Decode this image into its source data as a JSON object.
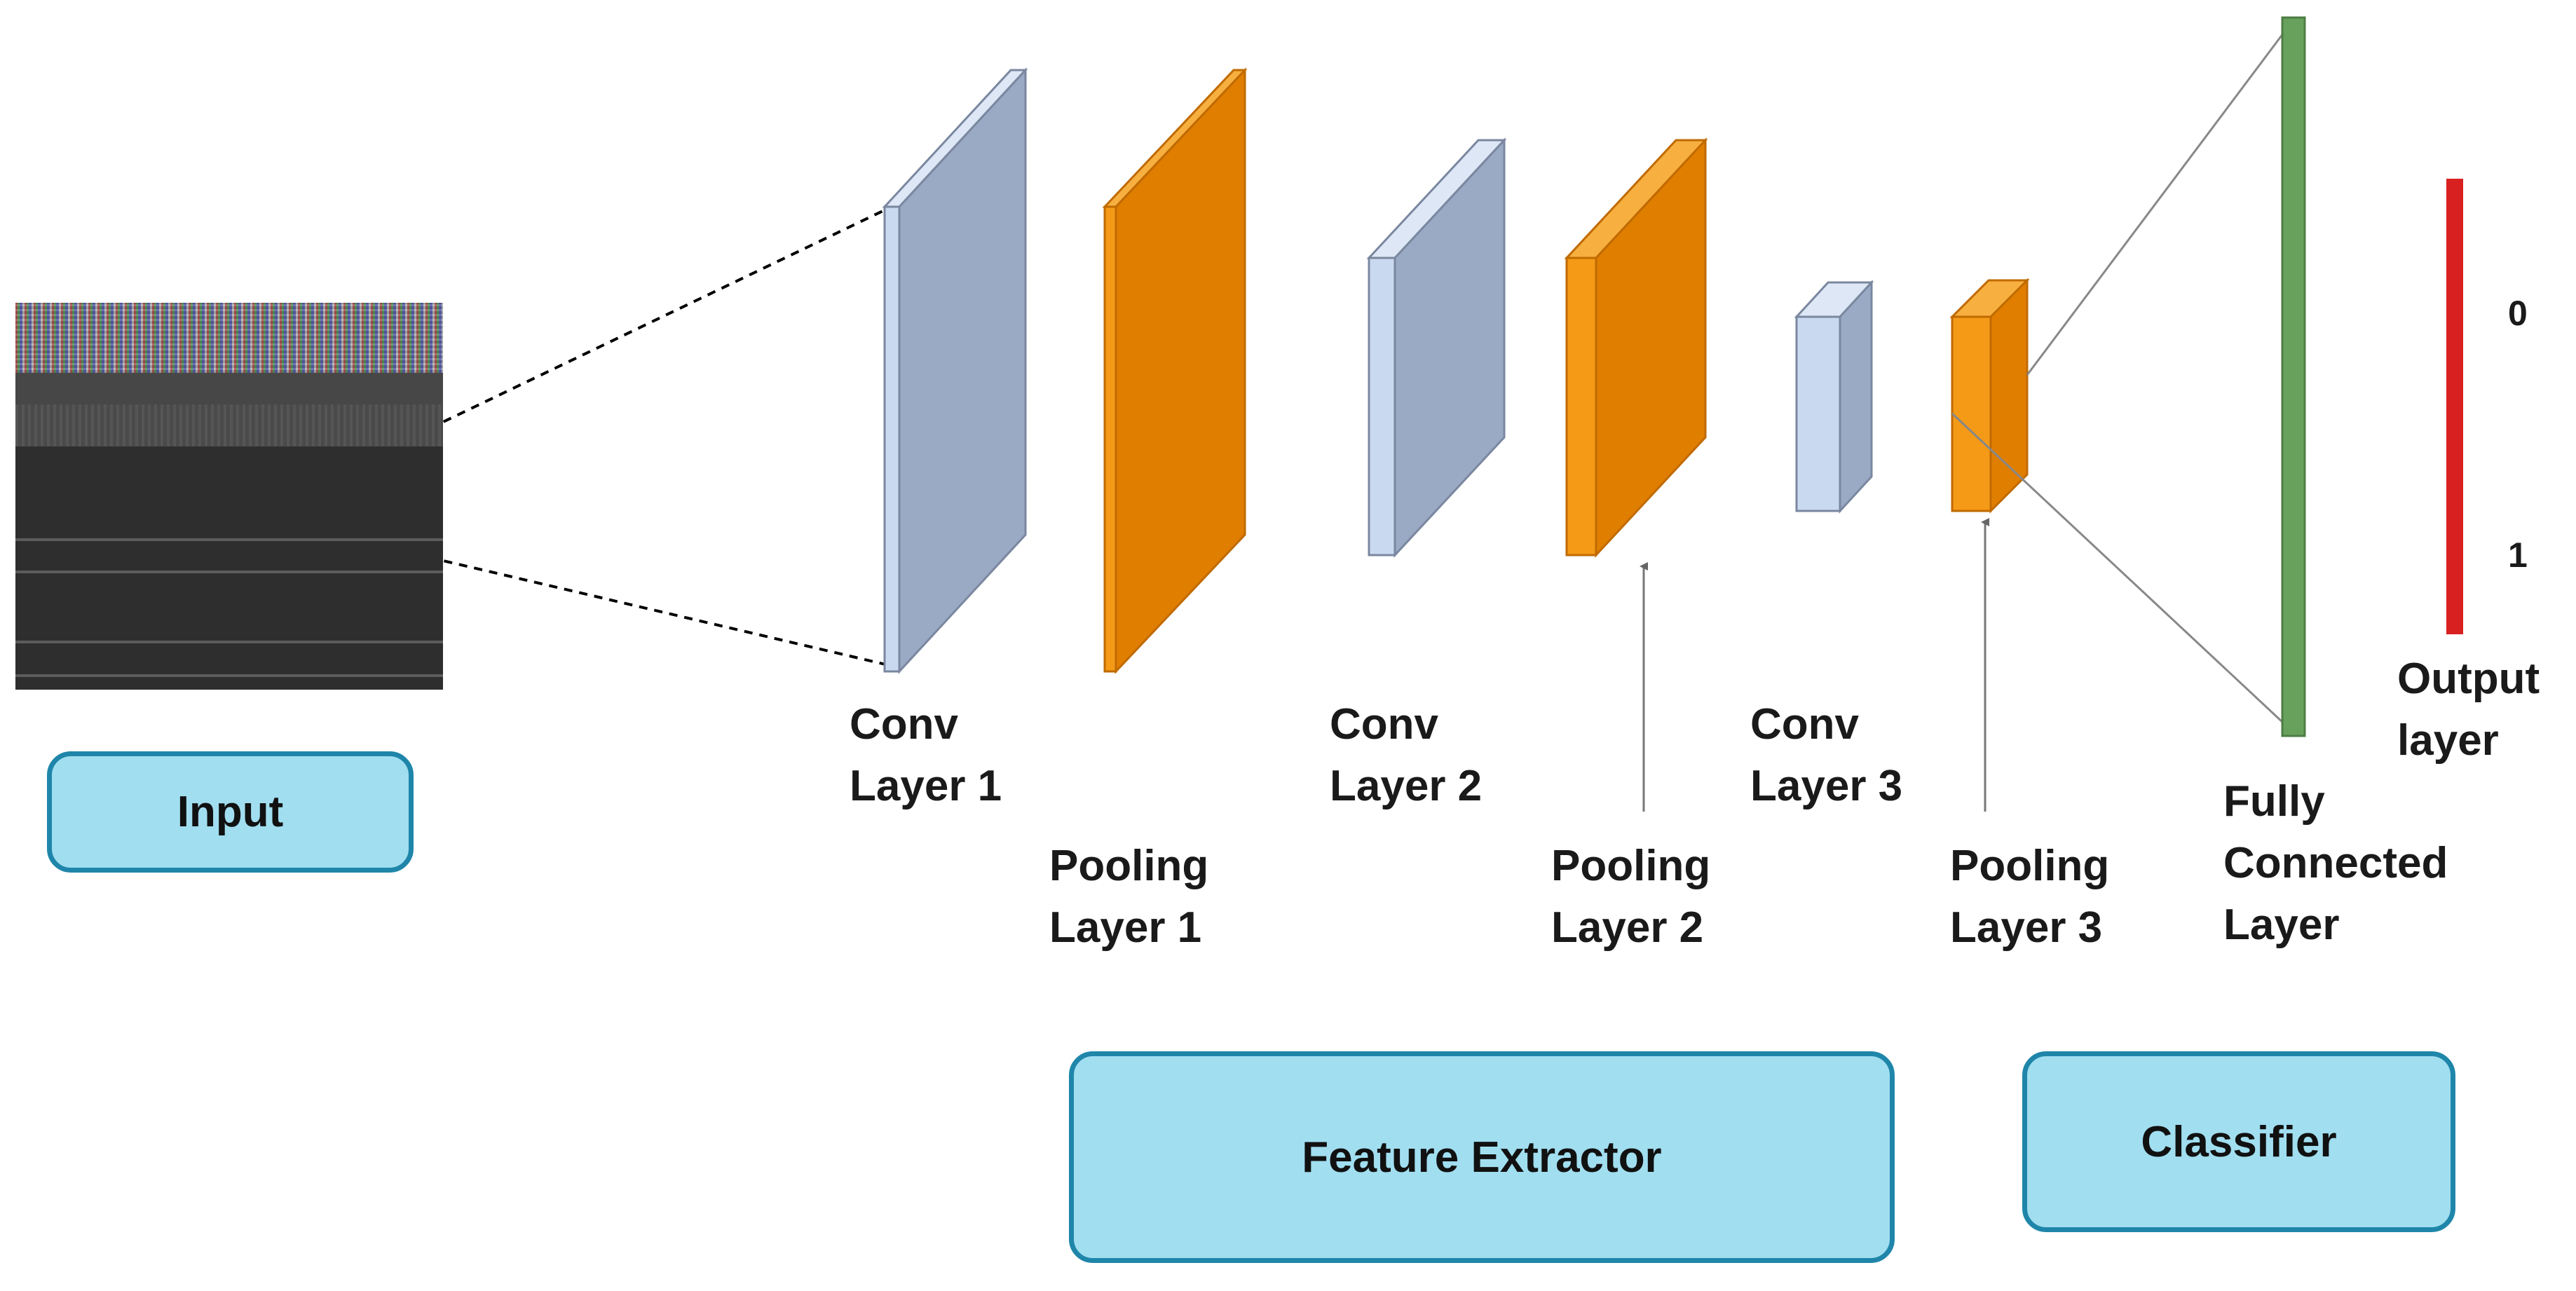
{
  "labels": {
    "conv1": [
      "Conv",
      "Layer 1"
    ],
    "pool1": [
      "Pooling",
      "Layer 1"
    ],
    "conv2": [
      "Conv",
      "Layer 2"
    ],
    "pool2": [
      "Pooling",
      "Layer 2"
    ],
    "conv3": [
      "Conv",
      "Layer 3"
    ],
    "pool3": [
      "Pooling",
      "Layer 3"
    ],
    "fc": [
      "Fully",
      "Connected",
      "Layer"
    ],
    "output": [
      "Output",
      "layer"
    ]
  },
  "output_ticks": {
    "zero": "0",
    "one": "1"
  },
  "groups": {
    "input": "Input",
    "feature_extractor": "Feature Extractor",
    "classifier": "Classifier"
  },
  "colors": {
    "conv_front": "#c9daf0",
    "conv_side": "#9aa9c4",
    "pool_front": "#f59a17",
    "pool_side": "#e07e00",
    "fc": "#67a15c",
    "output": "#d92020",
    "box_fill": "#a1def0",
    "box_border": "#1f86aa"
  }
}
